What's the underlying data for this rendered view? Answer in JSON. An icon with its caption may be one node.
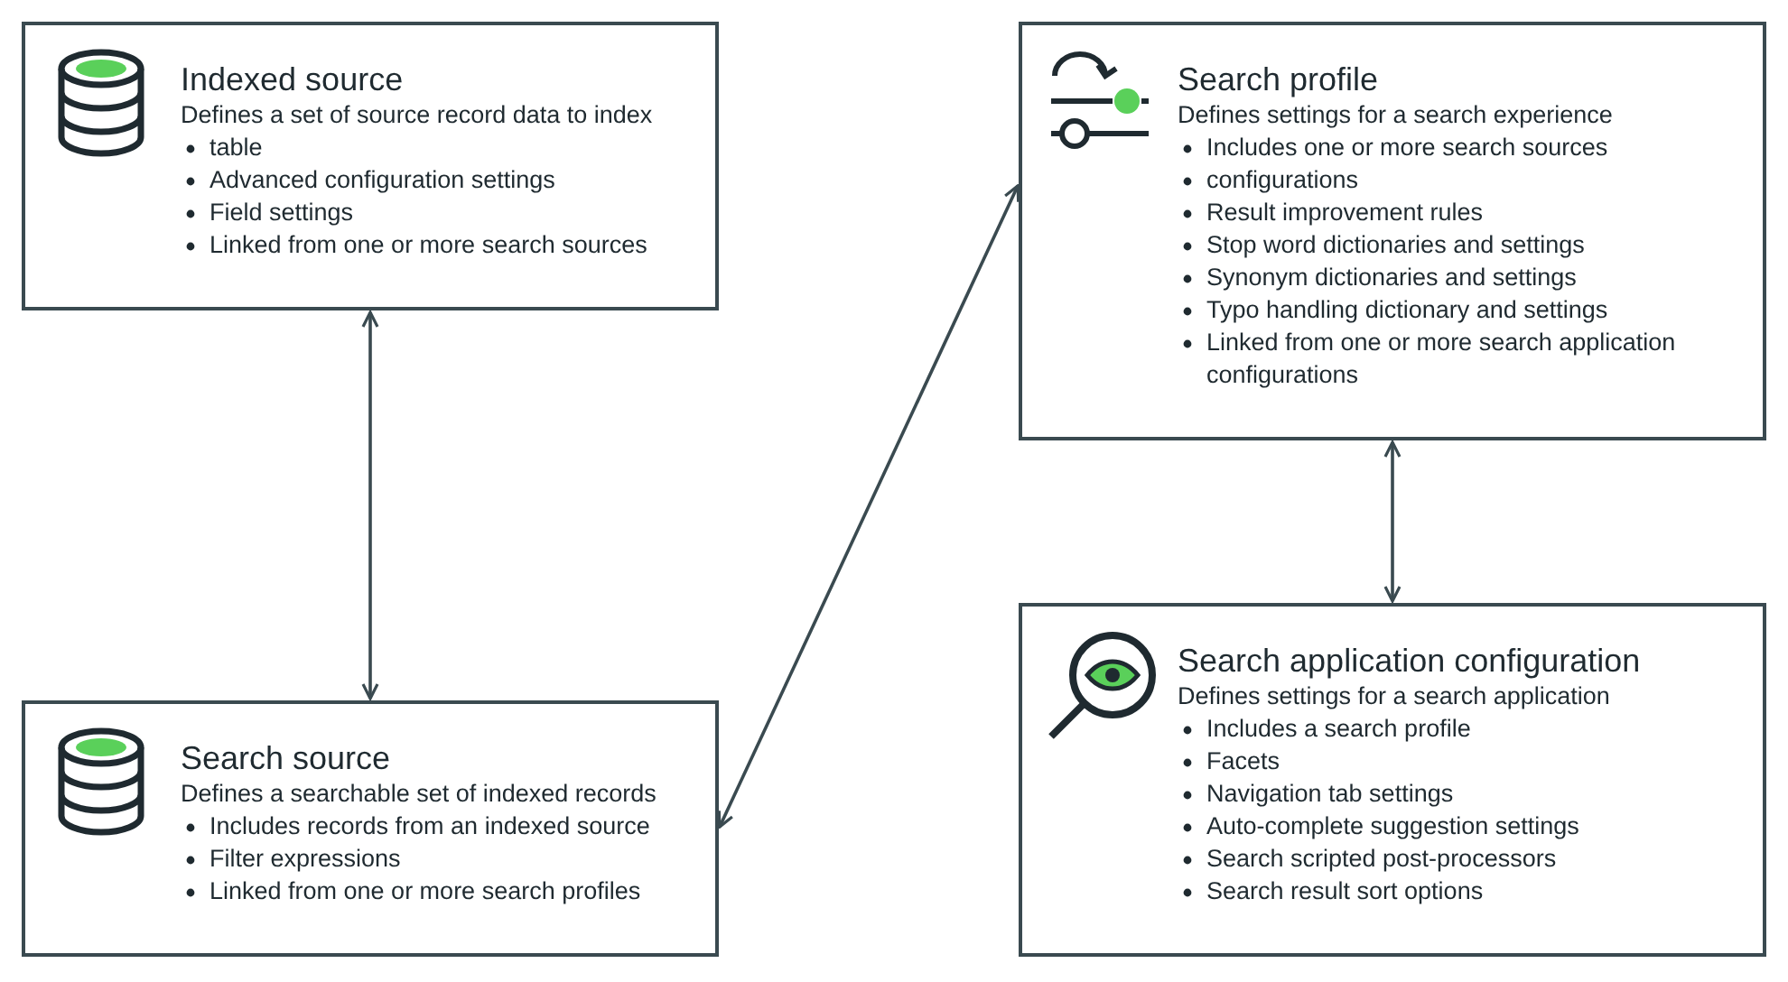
{
  "diagram": {
    "nodes": [
      {
        "text": [
          "Indexed source",
          "Defines a set of source record data to index",
          "table",
          "Advanced configuration settings",
          "Field settings",
          "Linked from one or more search sources"
        ]
      },
      {
        "text": [
          "Search profile",
          "Defines settings for a search experience",
          "Includes one or more search sources",
          "configurations",
          "Result improvement rules",
          "Stop word dictionaries and settings",
          "Synonym dictionaries and settings",
          "Typo handling dictionary and settings",
          "Linked from one or more search application configurations"
        ]
      },
      {
        "text": [
          "Search source",
          "Defines a searchable set of indexed records",
          "Includes records from an indexed source",
          "Filter expressions",
          "Linked from one or more search profiles"
        ]
      },
      {
        "text": [
          "Search application configuration",
          "Defines settings for a search application",
          "Includes a search profile",
          "Facets",
          "Navigation tab settings",
          "Auto-complete suggestion settings",
          "Search scripted post-processors",
          "Search result sort options"
        ]
      }
    ],
    "edges": [
      {
        "from": 0,
        "to": 2,
        "arrow": "both"
      },
      {
        "from": 2,
        "to": 1,
        "arrow": "both"
      },
      {
        "from": 1,
        "to": 3,
        "arrow": "both"
      }
    ]
  }
}
